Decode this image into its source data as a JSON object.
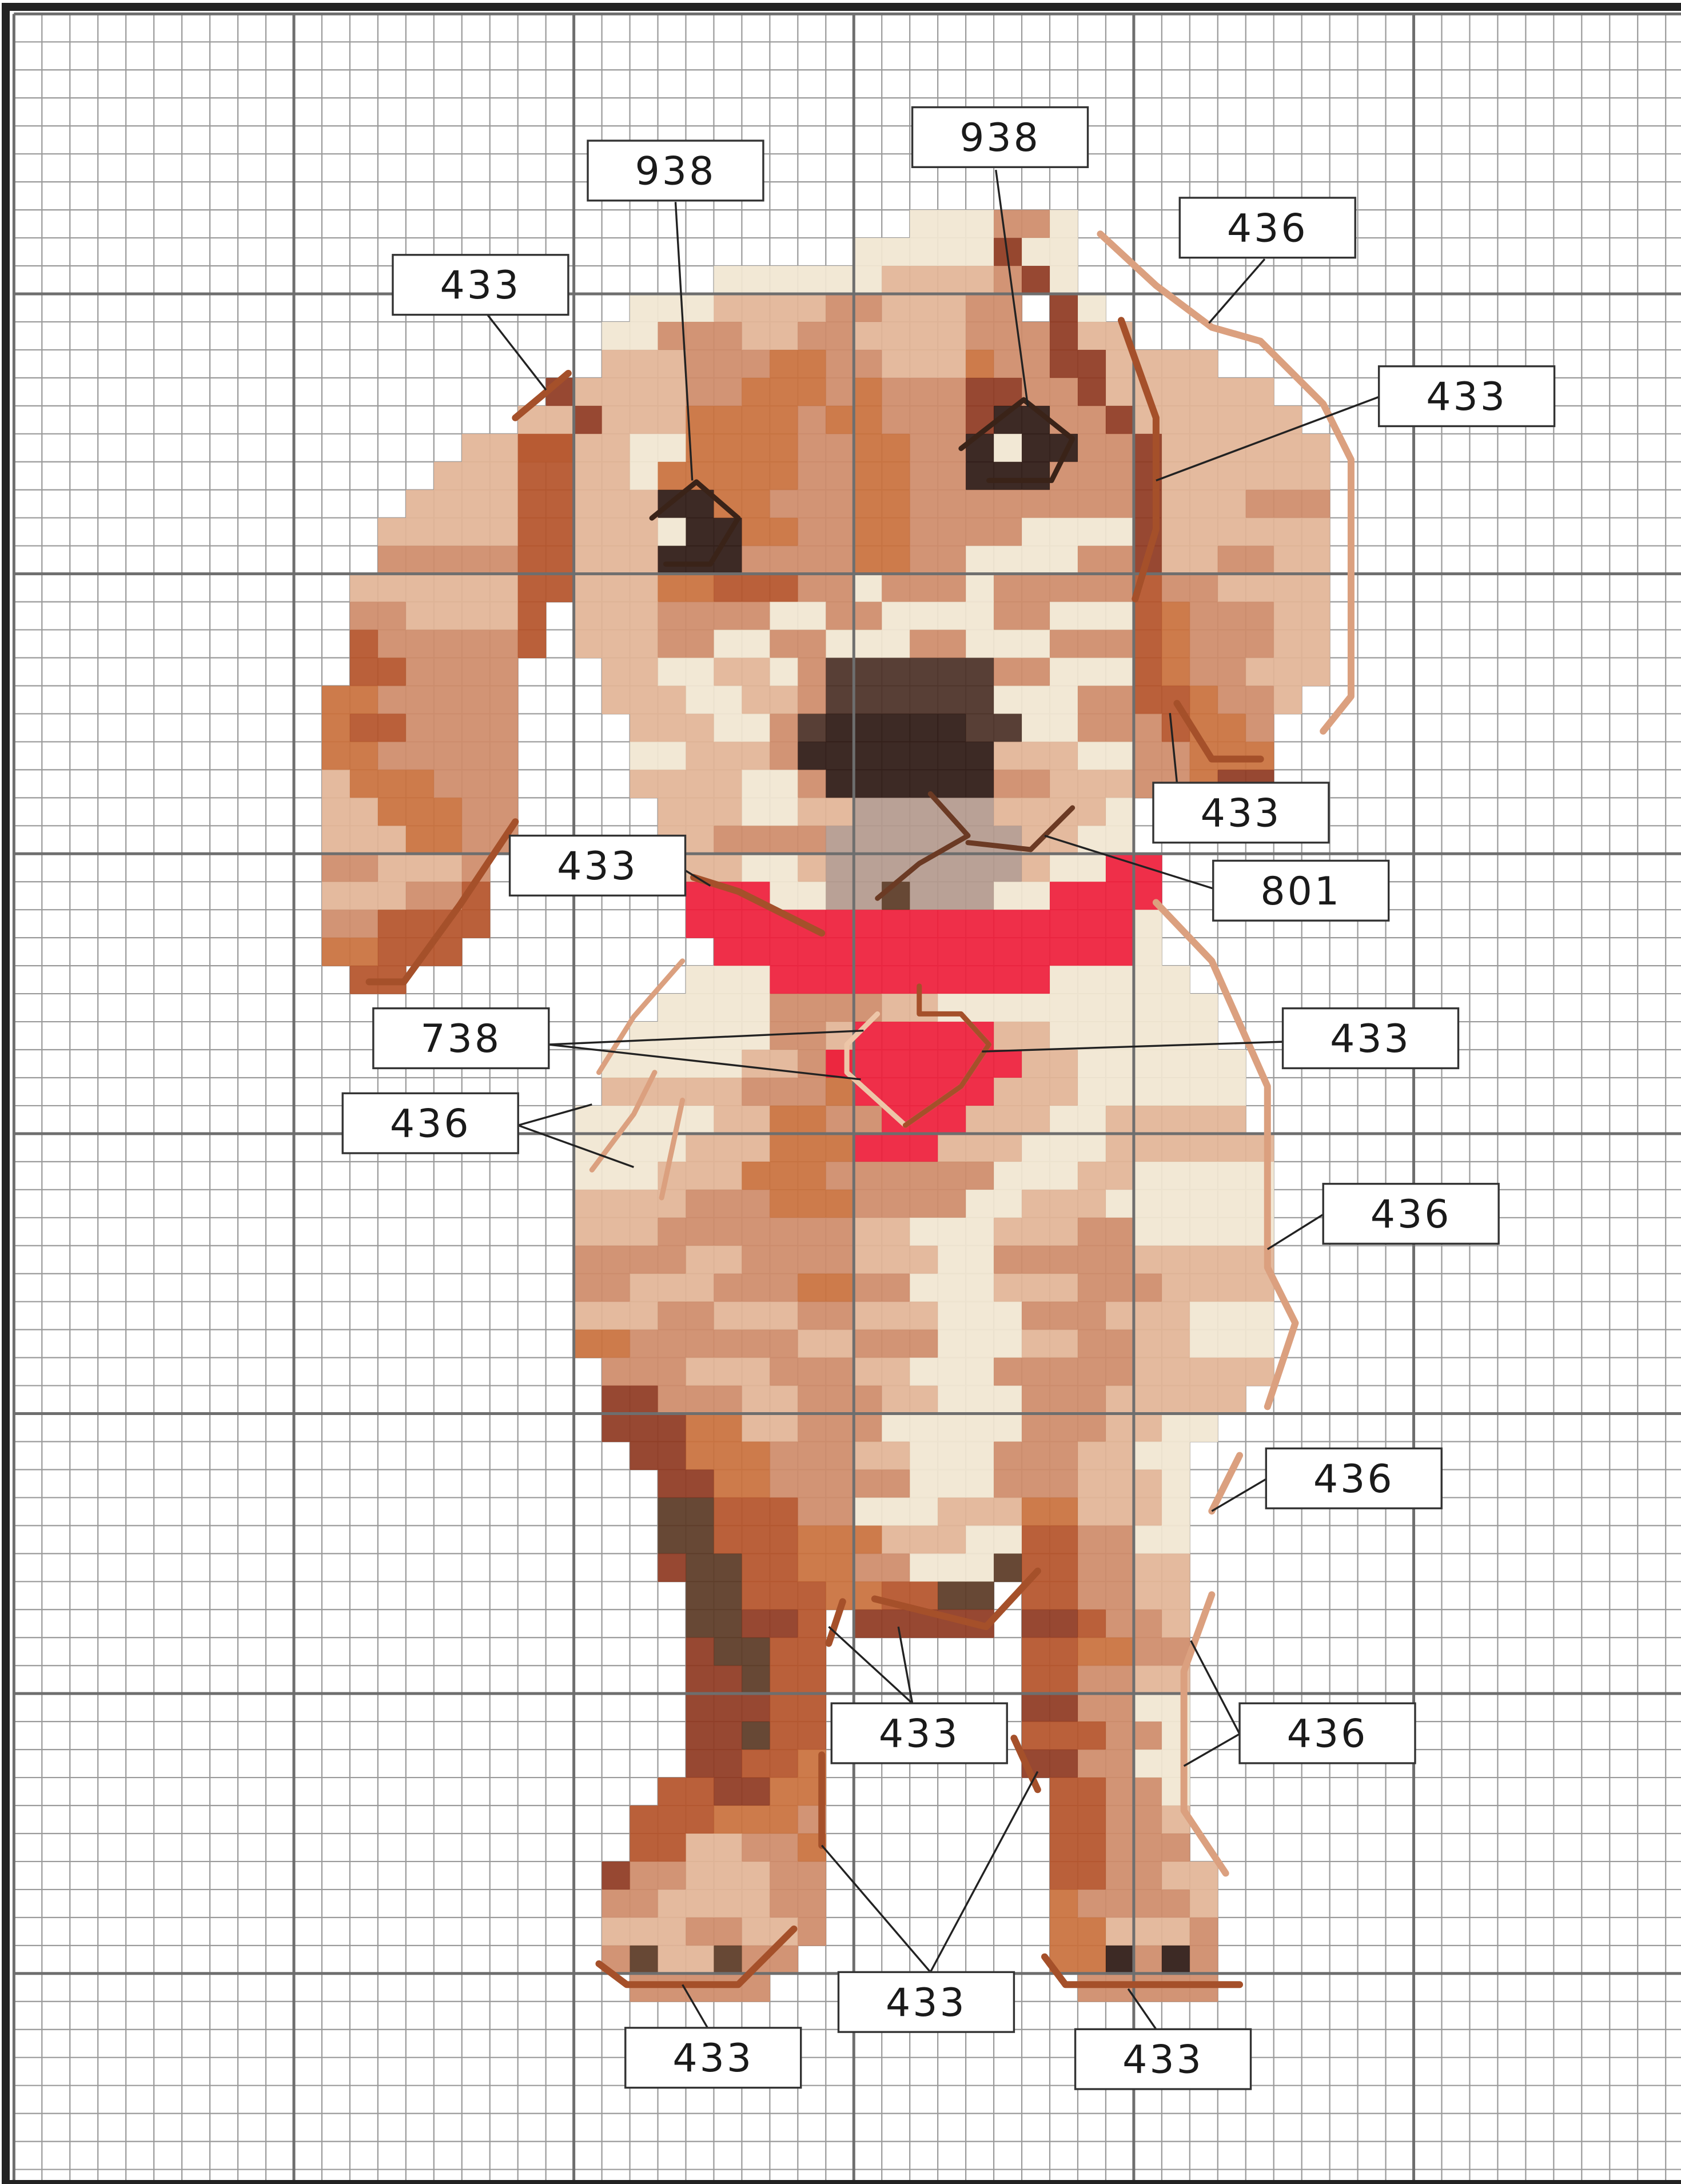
{
  "pattern": {
    "colors": {
      "cream": "#f1e6d2",
      "light_tan": "#e2b597",
      "tan": "#cf8c6a",
      "medium_brown": "#c9713d",
      "rust": "#b5542b",
      "dark_rust": "#8f3a22",
      "dark_brown": "#5b3a26",
      "black_brown": "#2e1a14",
      "nose": "#4b3027",
      "mouth_grey": "#b49a8e",
      "collar_red": "#ee1f3b",
      "grid_line": "#9a9a9a",
      "major_line": "#6e6e6e",
      "border": "#222222",
      "outline_433": "#a5502a",
      "outline_436": "#dba07f",
      "outline_938": "#3a2318",
      "outline_801": "#6b3a24",
      "outline_738": "#edc6a8"
    }
  },
  "callouts": [
    {
      "id": "938-left",
      "text": "938",
      "stitch_color": "outline_938"
    },
    {
      "id": "938-right",
      "text": "938",
      "stitch_color": "outline_938"
    },
    {
      "id": "433-left-ear",
      "text": "433",
      "stitch_color": "outline_433"
    },
    {
      "id": "436-right-ear-top",
      "text": "436",
      "stitch_color": "outline_436"
    },
    {
      "id": "433-right-ear",
      "text": "433",
      "stitch_color": "outline_433"
    },
    {
      "id": "433-right-ear-bottom",
      "text": "433",
      "stitch_color": "outline_433"
    },
    {
      "id": "433-collar-left",
      "text": "433",
      "stitch_color": "outline_433"
    },
    {
      "id": "801-mouth",
      "text": "801",
      "stitch_color": "outline_801"
    },
    {
      "id": "738-tag",
      "text": "738",
      "stitch_color": "outline_738"
    },
    {
      "id": "433-tag",
      "text": "433",
      "stitch_color": "outline_433"
    },
    {
      "id": "436-chest-left",
      "text": "436",
      "stitch_color": "outline_436"
    },
    {
      "id": "436-body-right",
      "text": "436",
      "stitch_color": "outline_436"
    },
    {
      "id": "436-body-right-lower",
      "text": "436",
      "stitch_color": "outline_436"
    },
    {
      "id": "433-legs-inner",
      "text": "433",
      "stitch_color": "outline_433"
    },
    {
      "id": "436-leg-right",
      "text": "436",
      "stitch_color": "outline_436"
    },
    {
      "id": "433-legs-lower",
      "text": "433",
      "stitch_color": "outline_433"
    },
    {
      "id": "433-paw-left",
      "text": "433",
      "stitch_color": "outline_433"
    },
    {
      "id": "433-paw-right",
      "text": "433",
      "stitch_color": "outline_433"
    }
  ]
}
